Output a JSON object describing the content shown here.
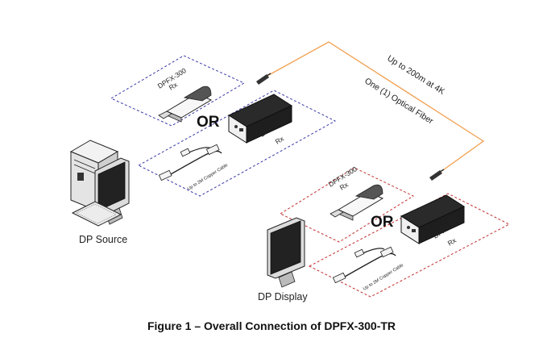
{
  "diagram": {
    "caption": "Figure 1 – Overall Connection of DPFX-300-TR",
    "fiber_label_line1": "Up to 200m at 4K",
    "fiber_label_line2": "One (1) Optical Fiber",
    "source": {
      "label": "DP Source",
      "box_color": "#3a3aa8",
      "dongle_model": "DPFX-300",
      "dongle_role": "Rx",
      "or_label": "OR",
      "box_model": "DPFX-700",
      "box_role": "Rx",
      "cable_label": "Up to 2M Copper Cable"
    },
    "display": {
      "label": "DP Display",
      "box_color": "#c43030",
      "dongle_model": "DPFX-300",
      "dongle_role": "Rx",
      "or_label": "OR",
      "box_model": "DPFX-700",
      "box_role": "Rx",
      "cable_label": "Up to 2M Copper Cable"
    },
    "fiber_color": "#f0a050"
  }
}
